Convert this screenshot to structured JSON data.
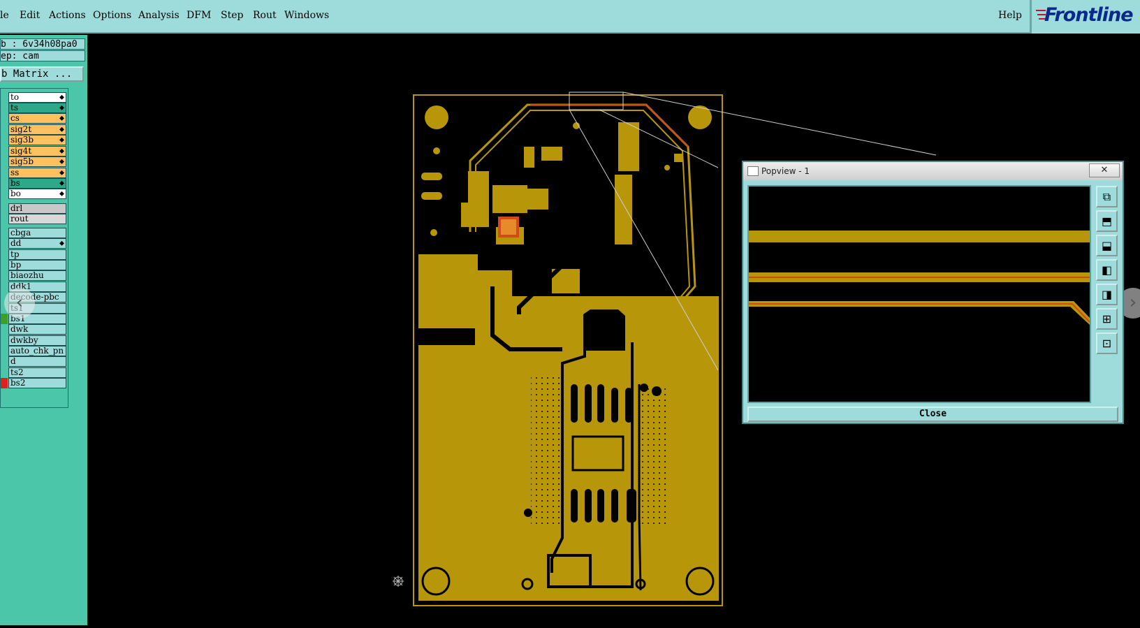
{
  "menubar": {
    "items": [
      {
        "label": "File",
        "visible": "le"
      },
      {
        "label": "Edit"
      },
      {
        "label": "Actions"
      },
      {
        "label": "Options"
      },
      {
        "label": "Analysis"
      },
      {
        "label": "DFM"
      },
      {
        "label": "Step"
      },
      {
        "label": "Rout"
      },
      {
        "label": "Windows"
      }
    ],
    "help": "Help",
    "brand": "Frontline"
  },
  "leftpanel": {
    "job": "b : 6v34h08pa0",
    "step": "ep: cam",
    "matrix_button": "b Matrix ...",
    "layers": [
      {
        "name": "to",
        "color": "#ffffff"
      },
      {
        "name": "ts",
        "color": "#2ea888"
      },
      {
        "name": "cs",
        "color": "#ffc060"
      },
      {
        "name": "sig2t",
        "color": "#ffc060"
      },
      {
        "name": "sig3b",
        "color": "#ffc060"
      },
      {
        "name": "sig4t",
        "color": "#ffc060"
      },
      {
        "name": "sig5b",
        "color": "#ffc060"
      },
      {
        "name": "ss",
        "color": "#ffc060"
      },
      {
        "name": "bs",
        "color": "#2ea888"
      },
      {
        "name": "bo",
        "color": "#ffffff"
      },
      {
        "name": "drl",
        "color": "#c8c8c8"
      },
      {
        "name": "rout",
        "color": "#d8d8d8"
      },
      {
        "name": "cbga",
        "color": "#9edcdc"
      },
      {
        "name": "dd",
        "color": "#9edcdc"
      },
      {
        "name": "tp",
        "color": "#9edcdc"
      },
      {
        "name": "bp",
        "color": "#9edcdc"
      },
      {
        "name": "biaozhu",
        "color": "#9edcdc"
      },
      {
        "name": "ddk1",
        "color": "#9edcdc"
      },
      {
        "name": "decode-pbc",
        "color": "#9edcdc"
      },
      {
        "name": "ts1",
        "color": "#9edcdc"
      },
      {
        "name": "bs1",
        "color": "#9edcdc"
      },
      {
        "name": "dwk",
        "color": "#9edcdc"
      },
      {
        "name": "dwkby",
        "color": "#9edcdc"
      },
      {
        "name": "auto_chk_pn",
        "color": "#9edcdc"
      },
      {
        "name": "d",
        "color": "#9edcdc"
      },
      {
        "name": "ts2",
        "color": "#9edcdc"
      },
      {
        "name": "bs2",
        "color": "#9edcdc"
      }
    ]
  },
  "popview": {
    "title": "Popview - 1",
    "close_x": "✕",
    "close_button": "Close",
    "tools": [
      "zoom-fit",
      "pan-up",
      "pan-down",
      "pan-left",
      "pan-right",
      "zoom-in",
      "zoom-out"
    ]
  },
  "colors": {
    "copper": "#b8960a",
    "trace_red": "#d04a1a",
    "menubar": "#9edcdc",
    "panel": "#4bc6a8"
  }
}
